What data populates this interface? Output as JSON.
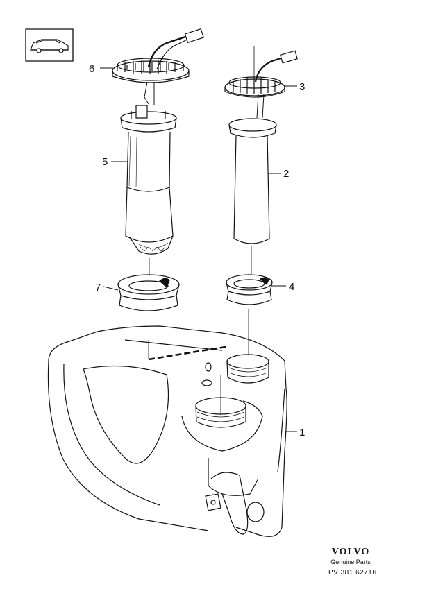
{
  "callouts": {
    "c1": "1",
    "c2": "2",
    "c3": "3",
    "c4": "4",
    "c5": "5",
    "c6": "6",
    "c7": "7"
  },
  "brand": {
    "logo": "VOLVO",
    "subtitle": "Genuine Parts",
    "reference": "PV  381 62716"
  },
  "icons": {
    "vehicle_thumbnail": "sedan-car-icon"
  }
}
